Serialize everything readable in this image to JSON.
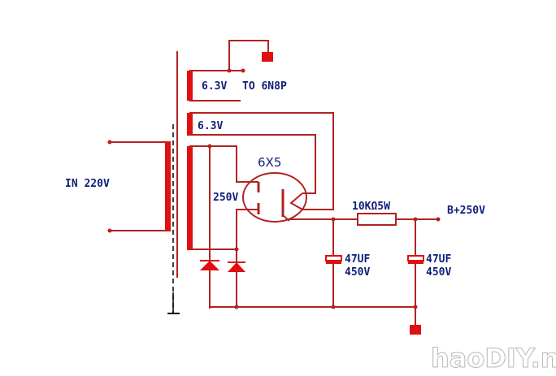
{
  "diagram": {
    "type": "circuit-schematic",
    "title": "6X5 tube rectifier power supply",
    "colors": {
      "wire": "#b22222",
      "component": "#e01010",
      "label": "#0f1f78"
    },
    "labels": {
      "input": "IN 220V",
      "heater_winding_1": "6.3V",
      "heater_target_1": "TO 6N8P",
      "heater_winding_2": "6.3V",
      "hv_winding": "250V",
      "rectifier_tube": "6X5",
      "resistor": "10KΩ5W",
      "output": "B+250V",
      "cap1_value": "47UF",
      "cap1_voltage": "450V",
      "cap2_value": "47UF",
      "cap2_voltage": "450V"
    },
    "components": [
      {
        "id": "T1",
        "kind": "transformer",
        "primary": "IN 220V",
        "secondaries": [
          "6.3V TO 6N8P",
          "6.3V",
          "250V"
        ]
      },
      {
        "id": "V1",
        "kind": "rectifier-tube",
        "label": "6X5"
      },
      {
        "id": "D1",
        "kind": "diode"
      },
      {
        "id": "D2",
        "kind": "diode"
      },
      {
        "id": "C1",
        "kind": "electrolytic-capacitor",
        "value": "47UF",
        "voltage": "450V"
      },
      {
        "id": "R1",
        "kind": "resistor",
        "value": "10KΩ5W"
      },
      {
        "id": "C2",
        "kind": "electrolytic-capacitor",
        "value": "47UF",
        "voltage": "450V"
      },
      {
        "id": "GND",
        "kind": "ground-terminal"
      }
    ],
    "watermark": "haoDIY.net"
  }
}
